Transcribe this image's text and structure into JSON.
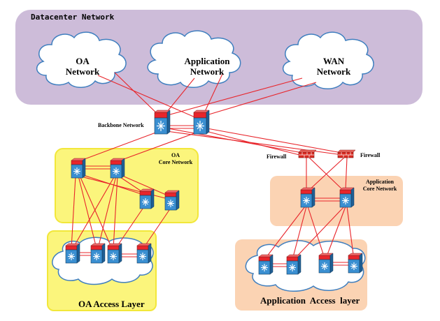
{
  "diagram": {
    "datacenter_title": "Datacenter Network",
    "clouds": {
      "oa": {
        "line1": "OA",
        "line2": "Network"
      },
      "app": {
        "line1": "Application",
        "line2": "Network"
      },
      "wan": {
        "line1": "WAN",
        "line2": "Network"
      }
    },
    "backbone_label": "Backbone Network",
    "oa_core": {
      "line1": "OA",
      "line2": "Core Network"
    },
    "firewall_left": "Firewall",
    "firewall_right": "Firewall",
    "app_core": {
      "line1": "Application",
      "line2": "Core Network"
    },
    "oa_access_label": "OA Access Layer",
    "app_access_label": "Application  Access  layer",
    "colors": {
      "datacenter_bg": "#cdbcd9",
      "oa_zone": "#fbf57c",
      "app_zone": "#fbd3b3",
      "link": "#e8252b",
      "switch_top": "#e8252b",
      "switch_body": "#3a8fd1",
      "firewall": "#d92b22"
    }
  }
}
